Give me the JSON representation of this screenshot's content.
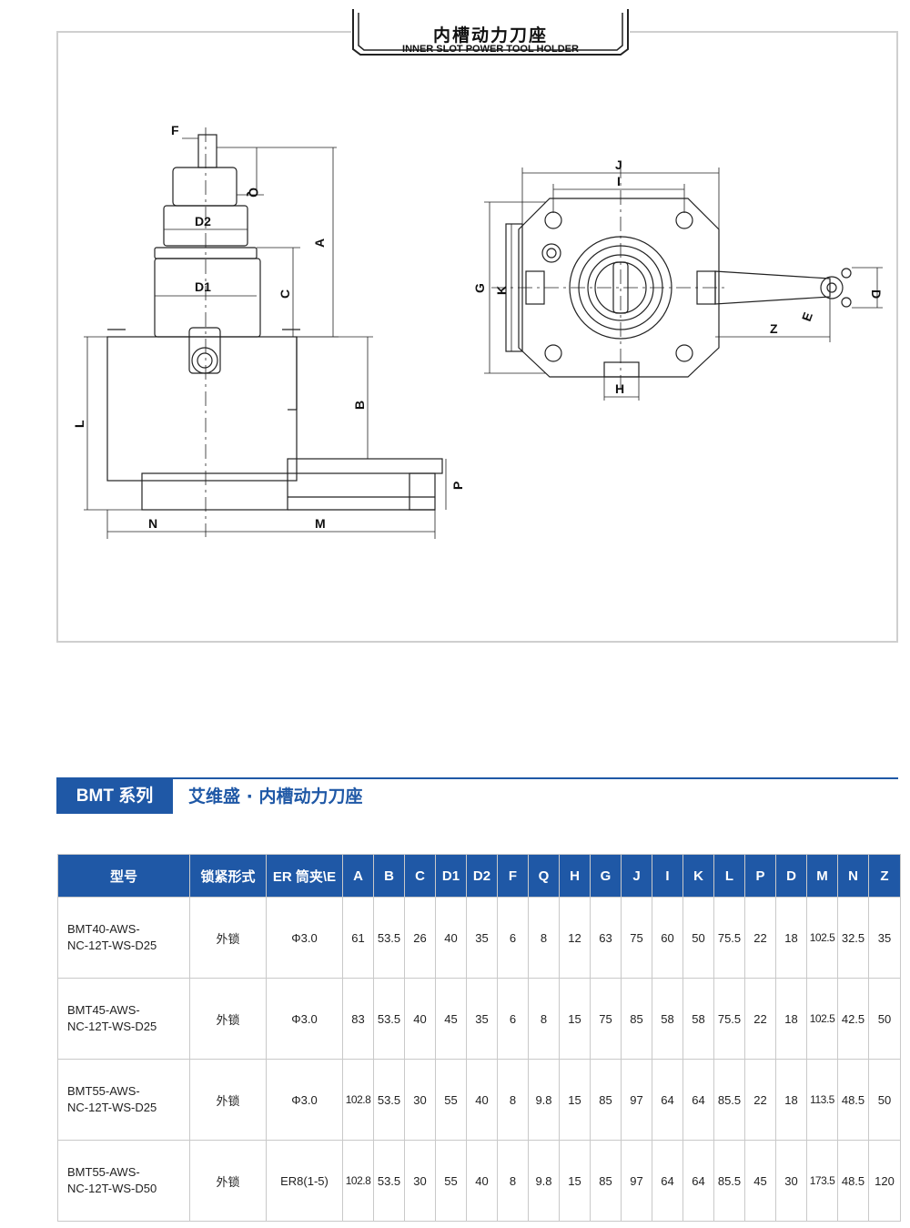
{
  "header": {
    "title_cn": "内槽动力刀座",
    "title_en": "INNER SLOT POWER TOOL HOLDER"
  },
  "drawing": {
    "labels": {
      "F": "F",
      "Q": "Q",
      "A": "A",
      "D2": "D2",
      "D1": "D1",
      "C": "C",
      "B": "B",
      "L": "L",
      "P": "P",
      "N": "N",
      "M": "M",
      "J": "J",
      "I": "I",
      "G": "G",
      "K": "K",
      "D": "D",
      "E": "E",
      "Z": "Z",
      "H": "H"
    }
  },
  "section": {
    "badge": "BMT 系列",
    "title": "艾维盛 · 内槽动力刀座"
  },
  "table": {
    "headers": [
      "型号",
      "锁紧形式",
      "ER 筒夹\\E",
      "A",
      "B",
      "C",
      "D1",
      "D2",
      "F",
      "Q",
      "H",
      "G",
      "J",
      "I",
      "K",
      "L",
      "P",
      "D",
      "M",
      "N",
      "Z"
    ],
    "rows": [
      {
        "model_1": "BMT40-AWS-",
        "model_2": "NC-12T-WS-D25",
        "lock": "外锁",
        "er": "Φ3.0",
        "A": "61",
        "B": "53.5",
        "C": "26",
        "D1": "40",
        "D2": "35",
        "F": "6",
        "Q": "8",
        "H": "12",
        "G": "63",
        "J": "75",
        "I": "60",
        "K": "50",
        "L": "75.5",
        "P": "22",
        "D": "18",
        "M": "102.5",
        "N": "32.5",
        "Z": "35"
      },
      {
        "model_1": "BMT45-AWS-",
        "model_2": "NC-12T-WS-D25",
        "lock": "外锁",
        "er": "Φ3.0",
        "A": "83",
        "B": "53.5",
        "C": "40",
        "D1": "45",
        "D2": "35",
        "F": "6",
        "Q": "8",
        "H": "15",
        "G": "75",
        "J": "85",
        "I": "58",
        "K": "58",
        "L": "75.5",
        "P": "22",
        "D": "18",
        "M": "102.5",
        "N": "42.5",
        "Z": "50"
      },
      {
        "model_1": "BMT55-AWS-",
        "model_2": "NC-12T-WS-D25",
        "lock": "外锁",
        "er": "Φ3.0",
        "A": "102.8",
        "B": "53.5",
        "C": "30",
        "D1": "55",
        "D2": "40",
        "F": "8",
        "Q": "9.8",
        "H": "15",
        "G": "85",
        "J": "97",
        "I": "64",
        "K": "64",
        "L": "85.5",
        "P": "22",
        "D": "18",
        "M": "113.5",
        "N": "48.5",
        "Z": "50"
      },
      {
        "model_1": "BMT55-AWS-",
        "model_2": "NC-12T-WS-D50",
        "lock": "外锁",
        "er": "ER8(1-5)",
        "A": "102.8",
        "B": "53.5",
        "C": "30",
        "D1": "55",
        "D2": "40",
        "F": "8",
        "Q": "9.8",
        "H": "15",
        "G": "85",
        "J": "97",
        "I": "64",
        "K": "64",
        "L": "85.5",
        "P": "45",
        "D": "30",
        "M": "173.5",
        "N": "48.5",
        "Z": "120"
      }
    ]
  }
}
